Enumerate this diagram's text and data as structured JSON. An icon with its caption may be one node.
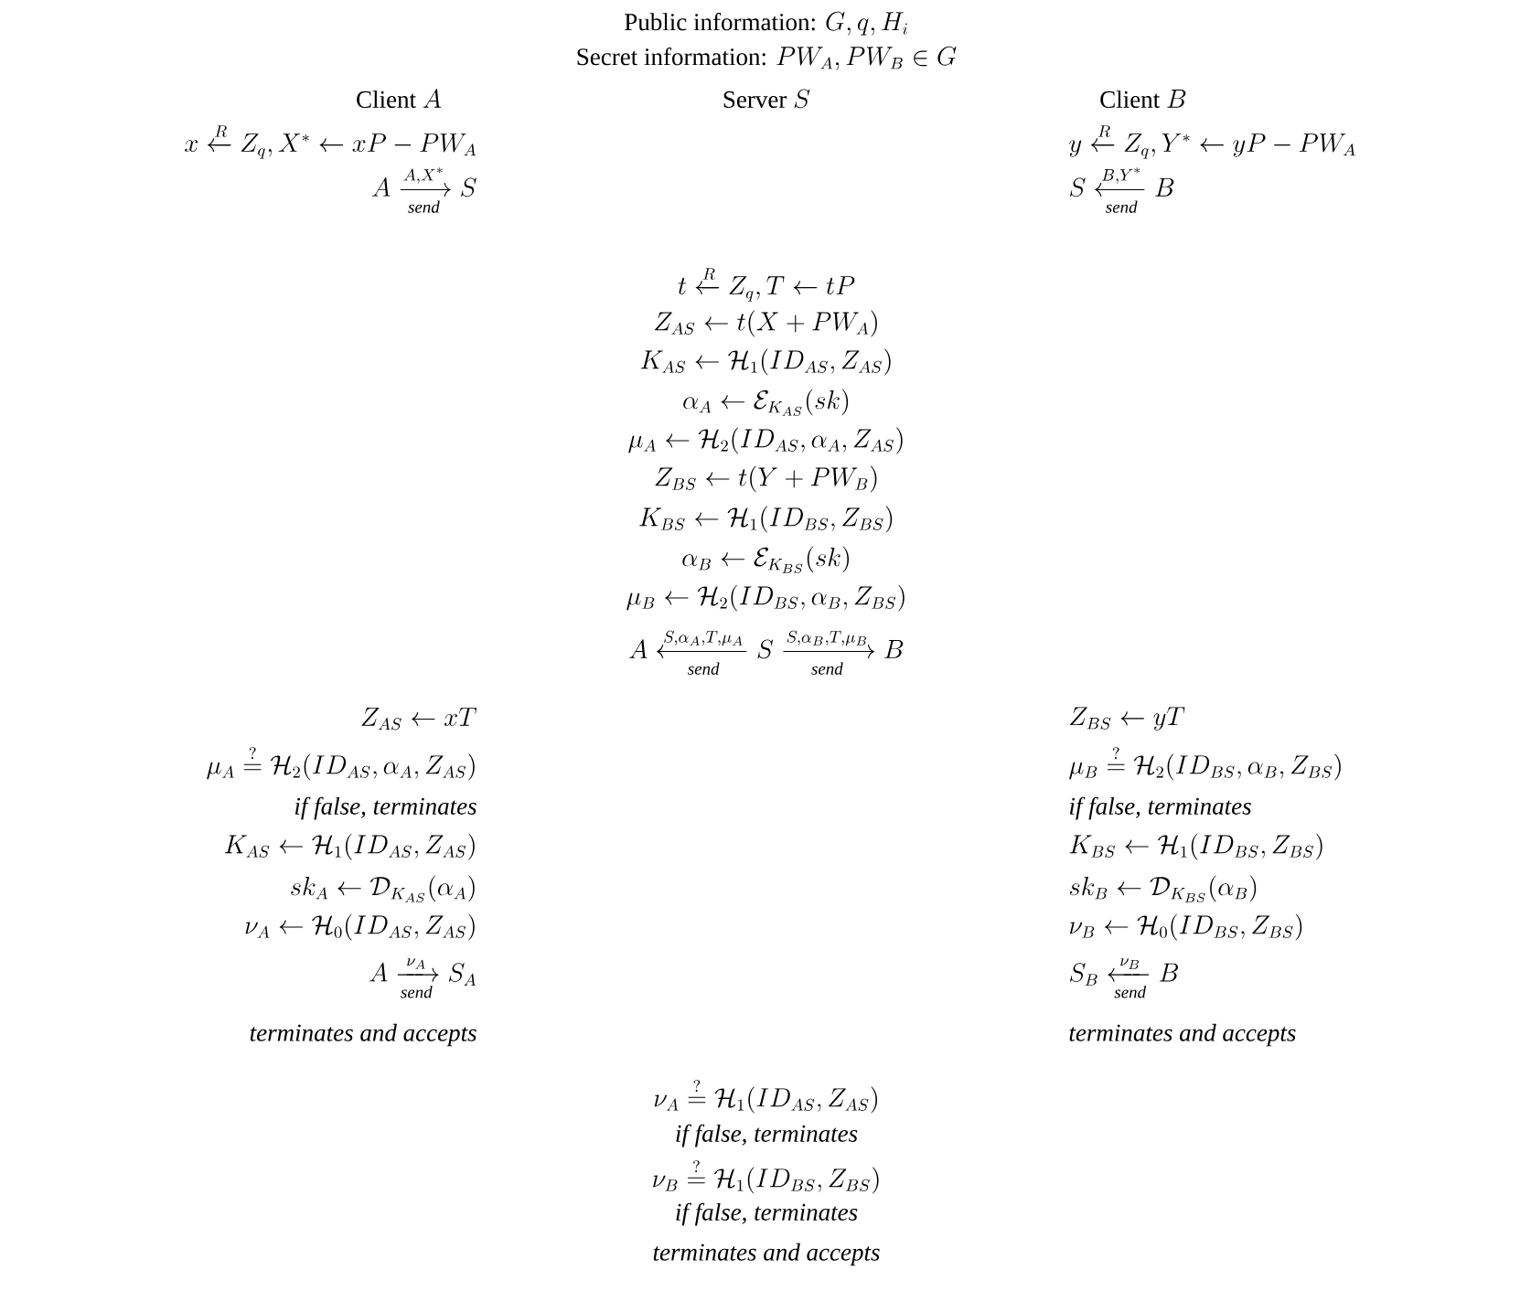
{
  "diagram": {
    "labels": [
      "\\text{Public information: }G, q, H_i",
      "\\text{Secret information: }PW_A, PW_B \\in G",
      "\\text{Client }A",
      "\\text{Server }S",
      "\\text{Client }B",
      "x \\xleftarrow{R} Z_q, X^* \\leftarrow xP - PW_A",
      "y \\xleftarrow{R} Z_q, Y^* \\leftarrow yP - PW_A",
      "A \\xrightarrow[\\mathit{send}]{A, X^*} S",
      "S \\xleftarrow[\\mathit{send}]{B, Y^*} B",
      "t \\xleftarrow{R} Z_q, T \\leftarrow tP",
      "Z_{AS} \\leftarrow t(X + PW_A)",
      "K_{AS} \\leftarrow \\mathcal{H}_1(ID_{AS}, Z_{AS})",
      "\\alpha_A \\leftarrow \\mathcal{E}_{K_{AS}}(sk)",
      "\\mu_A \\leftarrow \\mathcal{H}_2(ID_{AS}, \\alpha_A, Z_{AS})",
      "Z_{BS} \\leftarrow t(Y + PW_B)",
      "K_{BS} \\leftarrow \\mathcal{H}_1(ID_{BS}, Z_{BS})",
      "\\alpha_B \\leftarrow \\mathcal{E}_{K_{BS}}(sk)",
      "\\mu_B \\leftarrow \\mathcal{H}_2(ID_{BS}, \\alpha_B, Z_{BS})",
      "A \\xleftarrow[\\mathit{send}]{S, \\alpha_A, T, \\mu_A} S \\xrightarrow[\\mathit{send}]{S, \\alpha_B, T, \\mu_B} B",
      "Z_{AS} \\leftarrow xT",
      "Z_{BS} \\leftarrow yT",
      "\\mu_A \\stackrel{?}{=} \\mathcal{H}_2(ID_{AS}, \\alpha_A, Z_{AS})",
      "\\mu_B \\stackrel{?}{=} \\mathcal{H}_2(ID_{BS}, \\alpha_B, Z_{BS})",
      "if false, terminates",
      "if false, terminates",
      "K_{AS} \\leftarrow \\mathcal{H}_1(ID_{AS}, Z_{AS})",
      "K_{BS} \\leftarrow \\mathcal{H}_1(ID_{BS}, Z_{BS})",
      "sk_A \\leftarrow \\mathcal{D}_{K_{AS}}(\\alpha_A)",
      "sk_B \\leftarrow \\mathcal{D}_{K_{BS}}(\\alpha_B)",
      "\\nu_A \\leftarrow \\mathcal{H}_0(ID_{AS}, Z_{AS})",
      "\\nu_B \\leftarrow \\mathcal{H}_0(ID_{BS}, Z_{BS})",
      "A \\xrightarrow[\\mathit{send}]{\\nu_A} S_A",
      "S_B \\xleftarrow[\\mathit{send}]{\\nu_B} B",
      "terminates and accepts",
      "terminates and accepts",
      "\\nu_A \\stackrel{?}{=} \\mathcal{H}_1(ID_{AS}, Z_{AS})",
      "if false, terminates",
      "\\nu_B \\stackrel{?}{=} \\mathcal{H}_1(ID_{BS}, Z_{BS})",
      "if false, terminates",
      "terminates and accepts"
    ]
  }
}
